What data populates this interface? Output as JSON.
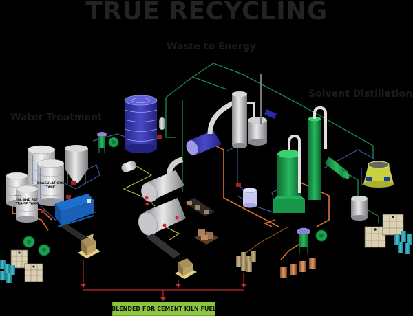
{
  "title": "TRUE RECYCLING",
  "sections": {
    "waste_to_energy": "Waste to Energy",
    "water_treatment": "Water Treatment",
    "solvent_distillation": "Solvent Distillation"
  },
  "tank_labels": {
    "coagulation_line1": "COAGULATIONS",
    "coagulation_line2": "TANK",
    "oil_fat_line1": "OIL AND FAT",
    "oil_fat_line2": "TRAMP TANK"
  },
  "output": {
    "label": "BLENDED FOR CEMENT KILN FUEL",
    "color": "#8cc63f"
  },
  "colors": {
    "background": "#000000",
    "pipe_green": "#1f8a4c",
    "pipe_blue": "#3d5a99",
    "pipe_orange": "#e07030",
    "pipe_red": "#c0282d",
    "pipe_yellow": "#c8c040",
    "tank_blue": "#3a3aa8",
    "tank_green": "#1a9a4a",
    "tank_silver": "#c0c0c4"
  }
}
